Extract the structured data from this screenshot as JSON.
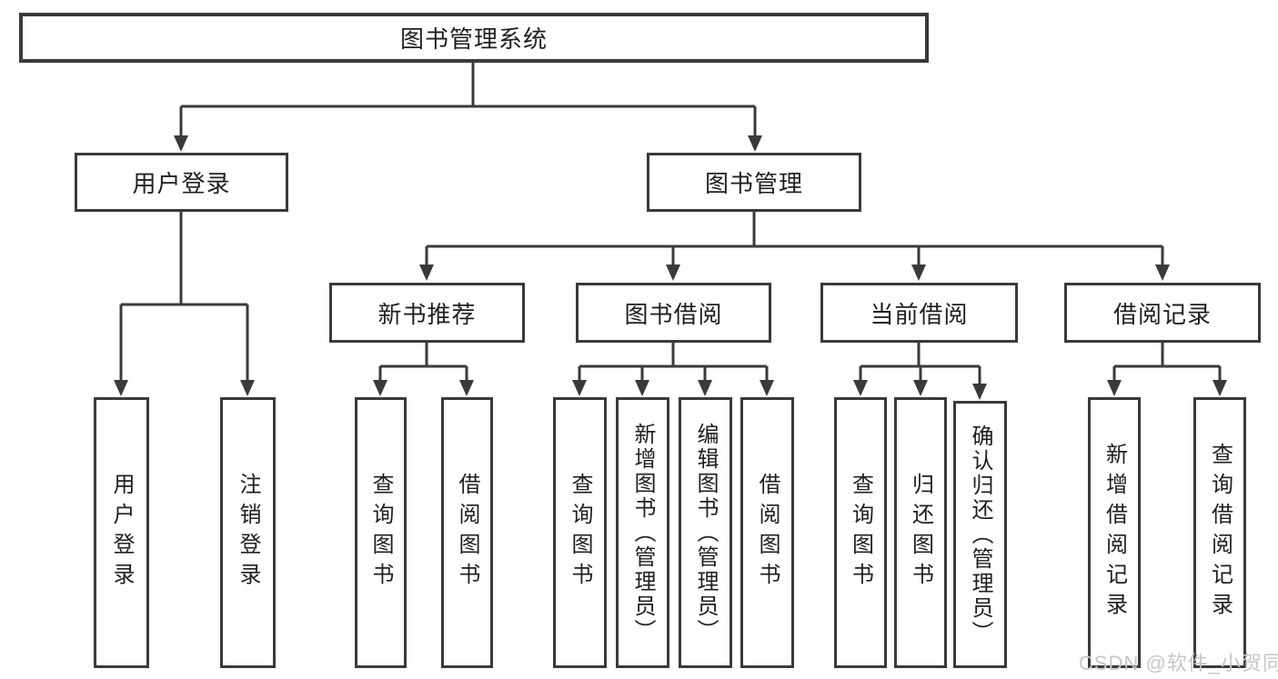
{
  "colors": {
    "line": "#3a3a3a",
    "box_border": "#3a3a3a",
    "text": "#1f1f1f",
    "background": "#ffffff",
    "watermark": "#c8c5c6"
  },
  "watermark": "CSDN @软件_小贺同学",
  "tree": {
    "root": {
      "label": "图书管理系统"
    },
    "level2": [
      {
        "label": "用户登录"
      },
      {
        "label": "图书管理"
      }
    ],
    "level3": [
      {
        "label": "新书推荐"
      },
      {
        "label": "图书借阅"
      },
      {
        "label": "当前借阅"
      },
      {
        "label": "借阅记录"
      }
    ],
    "leaves": {
      "user_login": [
        "用户登录",
        "注销登录"
      ],
      "new_books": [
        "查询图书",
        "借阅图书"
      ],
      "book_borrow": [
        "查询图书",
        "新增图书（管理员）",
        "编辑图书（管理员）",
        "借阅图书"
      ],
      "current_borrow": [
        "查询图书",
        "归还图书",
        "确认归还（管理员）"
      ],
      "borrow_records": [
        "新增借阅记录",
        "查询借阅记录"
      ]
    }
  }
}
